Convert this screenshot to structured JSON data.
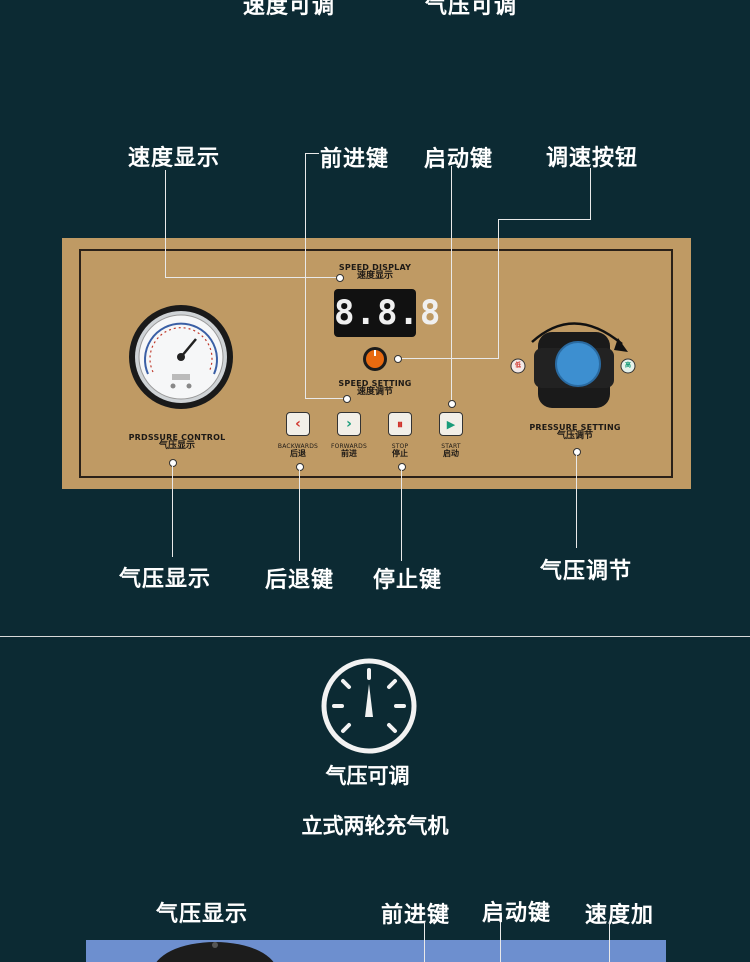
{
  "top_labels": [
    "速度可调",
    "气压可调"
  ],
  "callouts": {
    "speed_display": "速度显示",
    "forward_key": "前进键",
    "start_key": "启动键",
    "speed_knob": "调速按钮",
    "pressure_display": "气压显示",
    "backward_key": "后退键",
    "stop_key": "停止键",
    "pressure_adjust": "气压调节"
  },
  "panel": {
    "speed_display_en": "SPEED DISPLAY",
    "speed_display_cn": "速度显示",
    "display_value": "8.8.8",
    "speed_setting_en": "SPEED SETTING",
    "speed_setting_cn": "速度调节",
    "pressure_control_en": "PRDSSURE CONTROL",
    "pressure_control_cn": "气压显示",
    "pressure_setting_en": "PRESSURE SETTING",
    "pressure_setting_cn": "气压调节",
    "buttons": [
      {
        "en": "BACKWARDS",
        "cn": "后退",
        "color": "#d0342c",
        "glyph": "‹"
      },
      {
        "en": "FORWARDS",
        "cn": "前进",
        "color": "#1a9c7a",
        "glyph": "›"
      },
      {
        "en": "STOP",
        "cn": "停止",
        "color": "#d0342c",
        "glyph": "⏸"
      },
      {
        "en": "START",
        "cn": "启动",
        "color": "#1a9c7a",
        "glyph": "▶"
      }
    ],
    "low_label": "低",
    "high_label": "高"
  },
  "feature": {
    "caption": "气压可调",
    "product_title": "立式两轮充气机"
  },
  "bottom_labels": {
    "pressure_display": "气压显示",
    "forward_key": "前进键",
    "start_key": "启动键",
    "speed_up": "速度加"
  },
  "colors": {
    "background": "#0c2a33",
    "panel": "#bf9a64",
    "knob_blue": "#3d8fd0",
    "knob_orange": "#e86a10"
  }
}
